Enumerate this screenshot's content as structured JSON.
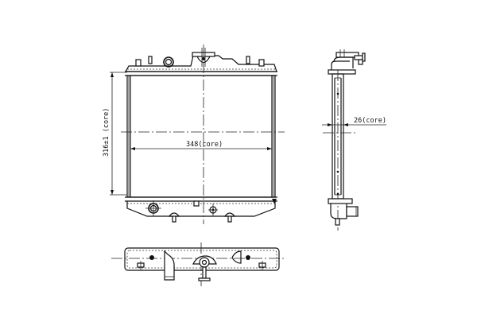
{
  "drawing": {
    "subject": "radiator",
    "views": {
      "front": {
        "core_width_label": "348(core)",
        "core_height_label": "316±1 (core)"
      },
      "side": {
        "core_depth_label": "26(core)"
      },
      "bottom": {}
    },
    "colors": {
      "line": "#111111",
      "background": "#ffffff"
    }
  }
}
